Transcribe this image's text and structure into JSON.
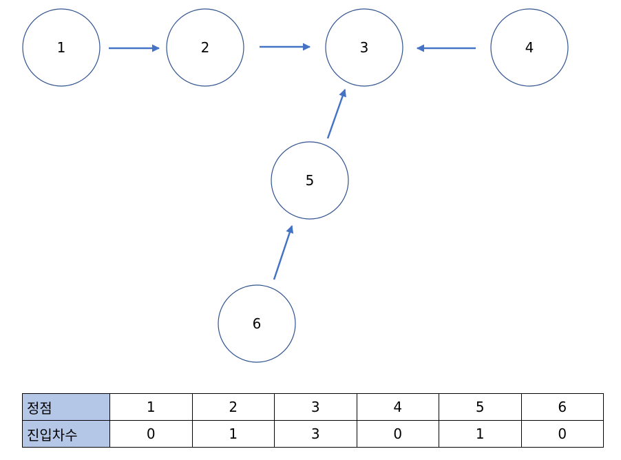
{
  "colors": {
    "node_stroke": "#2f528f",
    "arrow": "#4472c4",
    "header_fill": "#b4c7e7",
    "table_border": "#000000"
  },
  "graph": {
    "nodes": [
      {
        "id": "1",
        "label": "1"
      },
      {
        "id": "2",
        "label": "2"
      },
      {
        "id": "3",
        "label": "3"
      },
      {
        "id": "4",
        "label": "4"
      },
      {
        "id": "5",
        "label": "5"
      },
      {
        "id": "6",
        "label": "6"
      }
    ],
    "edges": [
      {
        "from": "1",
        "to": "2"
      },
      {
        "from": "2",
        "to": "3"
      },
      {
        "from": "4",
        "to": "3"
      },
      {
        "from": "5",
        "to": "3"
      },
      {
        "from": "6",
        "to": "5"
      }
    ]
  },
  "table": {
    "rows": [
      {
        "header": "정점",
        "cells": [
          "1",
          "2",
          "3",
          "4",
          "5",
          "6"
        ]
      },
      {
        "header": "진입차수",
        "cells": [
          "0",
          "1",
          "3",
          "0",
          "1",
          "0"
        ]
      }
    ]
  }
}
